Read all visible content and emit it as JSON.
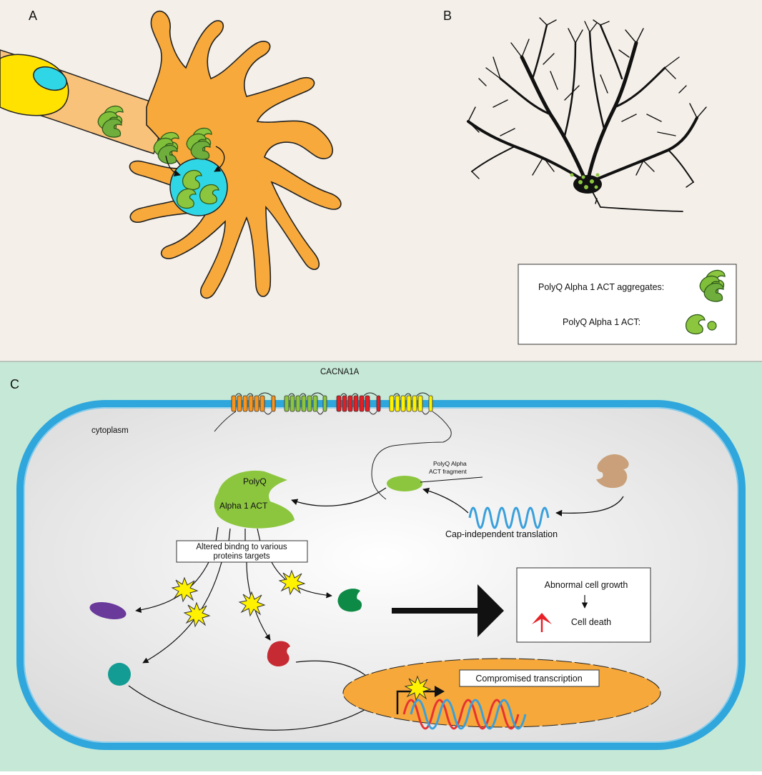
{
  "panels": {
    "a_label": "A",
    "b_label": "B",
    "c_label": "C"
  },
  "legend": {
    "aggregates_label": "PolyQ Alpha 1 ACT aggregates:",
    "monomer_label": "PolyQ Alpha 1 ACT:"
  },
  "panel_c": {
    "gene_label": "CACNA1A",
    "cytoplasm_label": "cytoplasm",
    "fragment_label_line1": "PolyQ Alpha",
    "fragment_label_line2": "ACT fragment",
    "translation_label": "Cap-independent translation",
    "protein_label_line1": "PolyQ",
    "protein_label_line2": "Alpha 1 ACT",
    "binding_label_line1": "Altered bindng to various",
    "binding_label_line2": "proteins targets",
    "outcome_line1": "Abnormal cell growth",
    "outcome_line2": "Cell death",
    "transcription_label": "Compromised transcription"
  },
  "colors": {
    "panel_ab_bg": "#f4efe8",
    "panel_c_bg": "#c6e8d6",
    "neuron_orange": "#f7a93b",
    "nucleus_cyan": "#2fd7e6",
    "membrane_blue": "#2fa7dc",
    "polyq_green": "#8cc63f",
    "aggregate_green": "#6fae3c",
    "ribosome_tan": "#c9a07a",
    "target_purple": "#6a3a9b",
    "target_teal": "#139c93",
    "target_red": "#c62a32",
    "target_green": "#0d8a45",
    "spark_yellow": "#fff200",
    "up_arrow_red": "#e82127",
    "nucleus_orange": "#f6a83a",
    "dna_red": "#e63232",
    "dna_blue": "#3aa0dc"
  }
}
